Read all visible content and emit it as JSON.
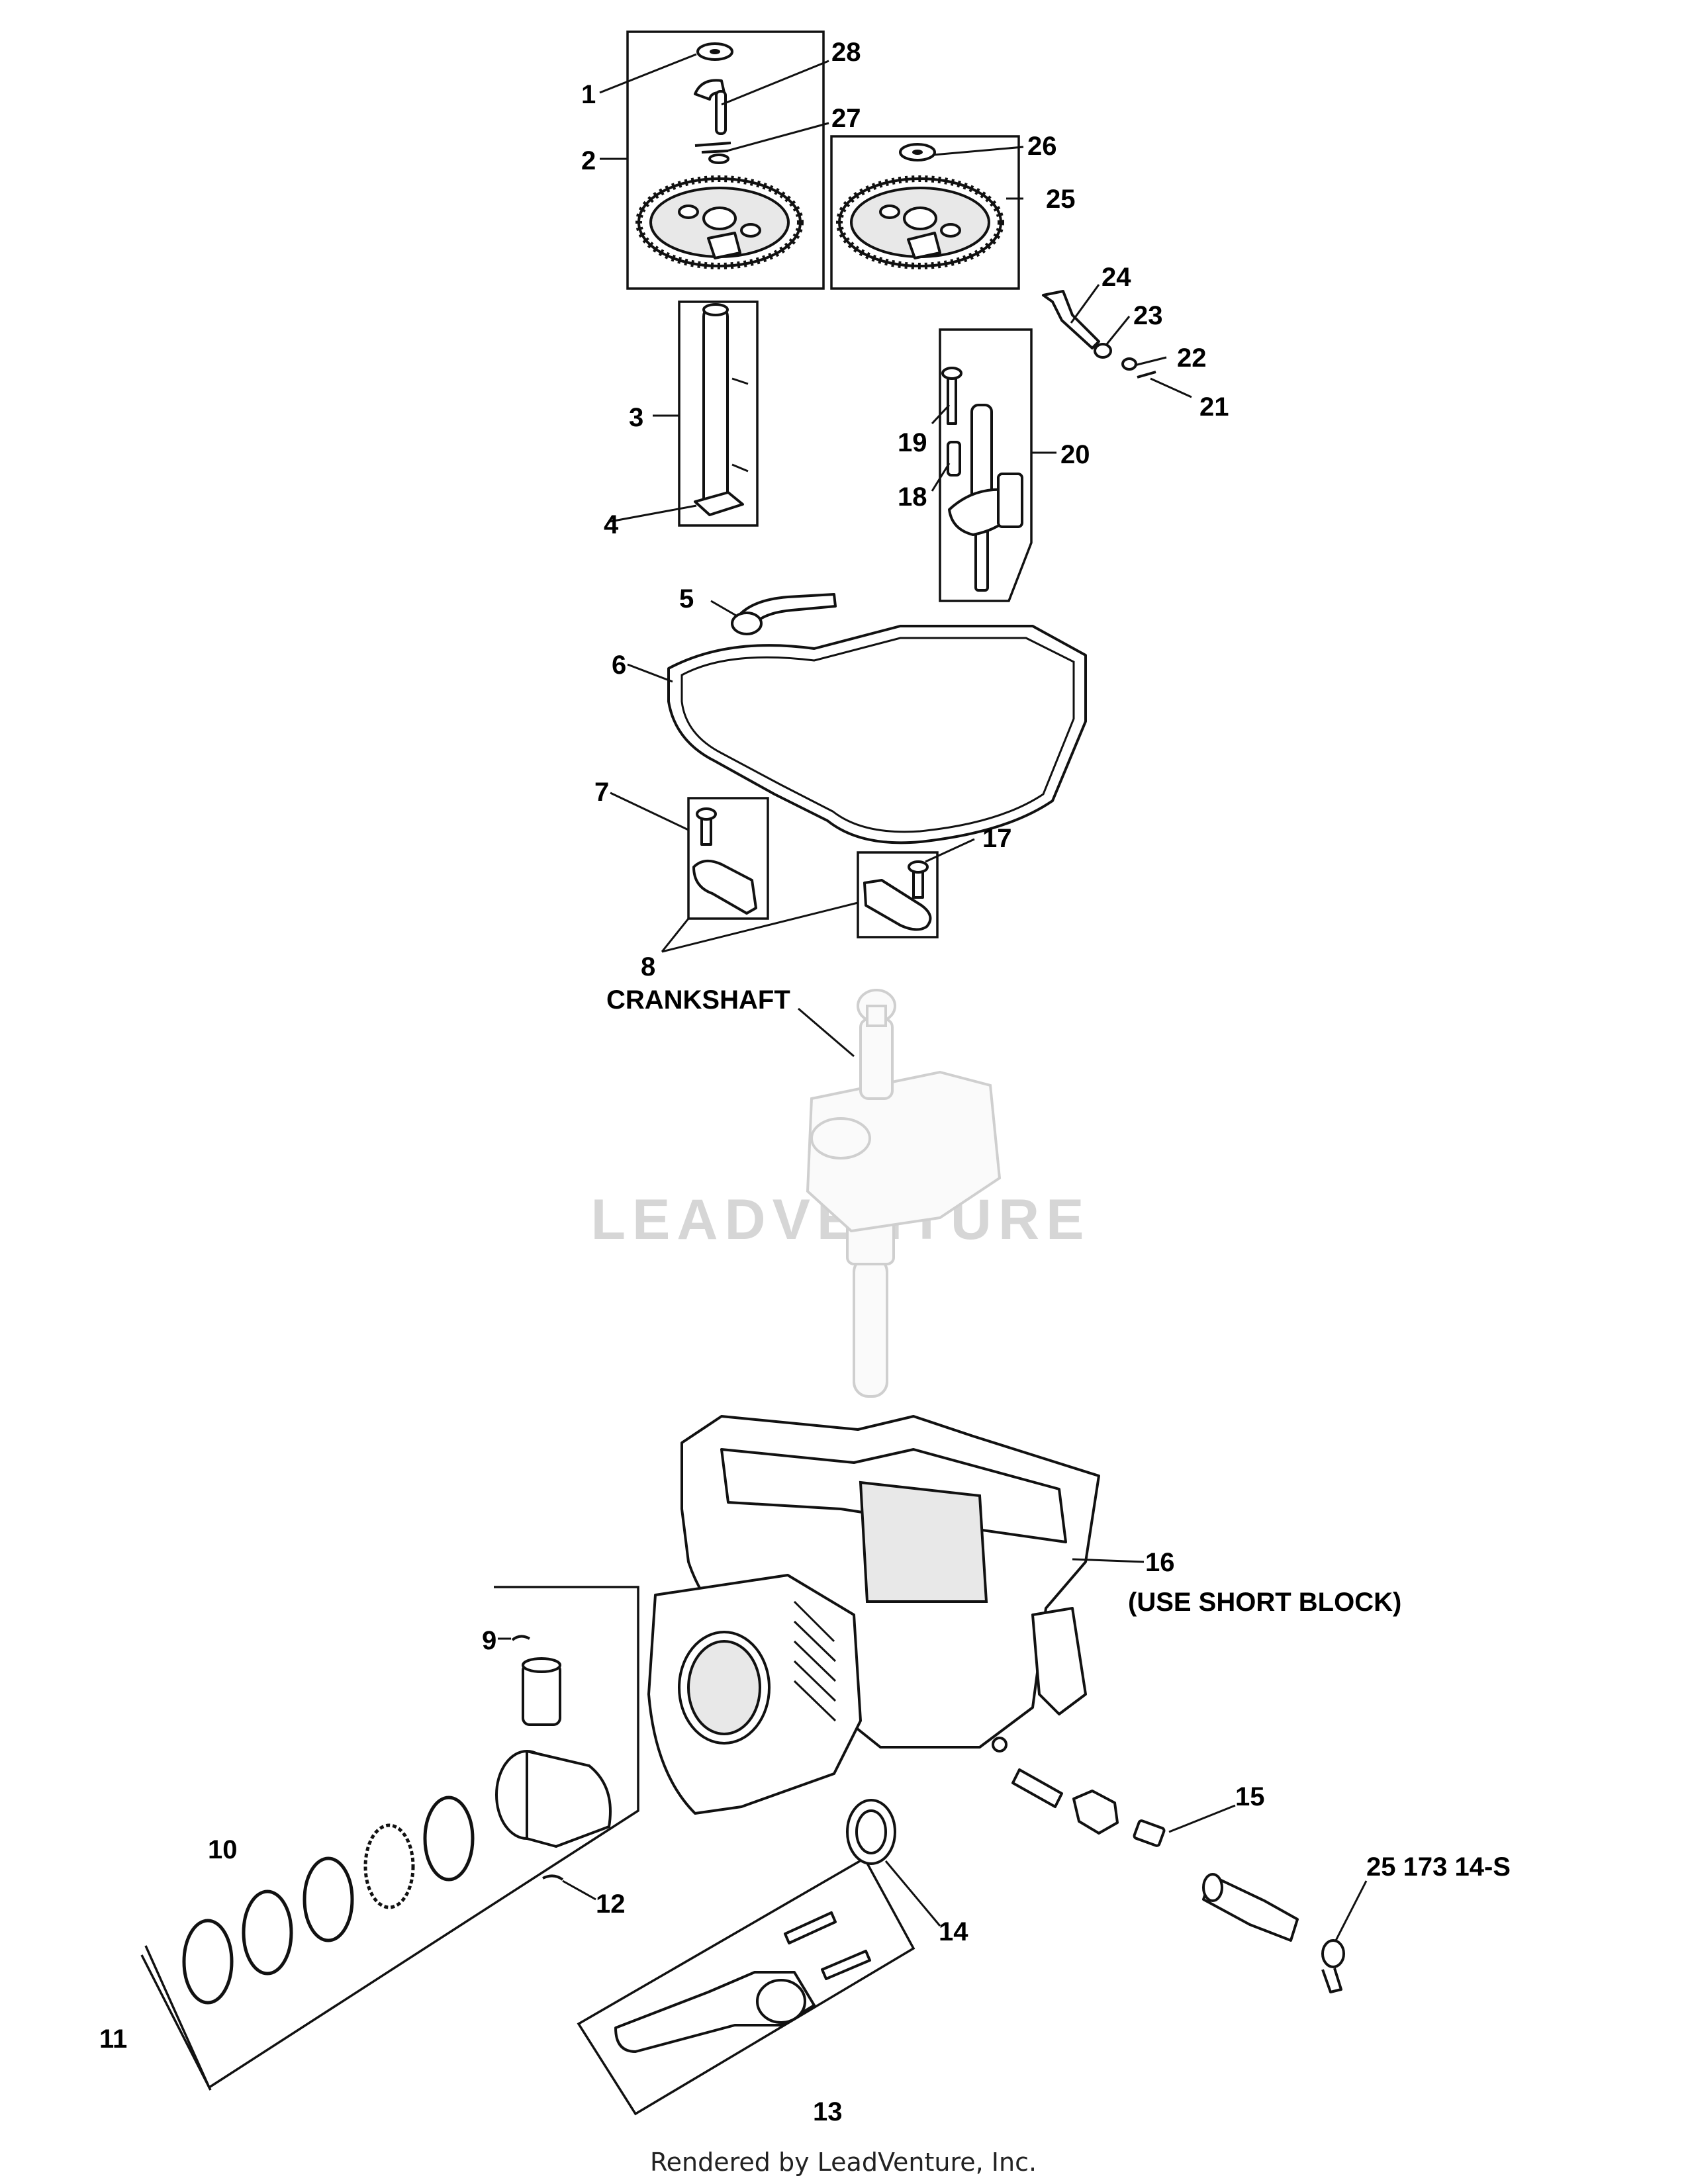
{
  "diagram": {
    "watermark": "LEADVENTURE",
    "footer": "Rendered by LeadVenture, Inc.",
    "callouts": {
      "c1": "1",
      "c2": "2",
      "c3": "3",
      "c4": "4",
      "c5": "5",
      "c6": "6",
      "c7": "7",
      "c8": "8",
      "c9": "9",
      "c10": "10",
      "c11": "11",
      "c12": "12",
      "c13": "13",
      "c14": "14",
      "c15": "15",
      "c16": "16",
      "c16b": "(USE SHORT BLOCK)",
      "c17": "17",
      "c18": "18",
      "c19": "19",
      "c20": "20",
      "c21": "21",
      "c22": "22",
      "c23": "23",
      "c24": "24",
      "c25": "25",
      "c26": "26",
      "c27": "27",
      "c28": "28",
      "crankshaft": "CRANKSHAFT",
      "kit": "25 173 14-S"
    }
  }
}
